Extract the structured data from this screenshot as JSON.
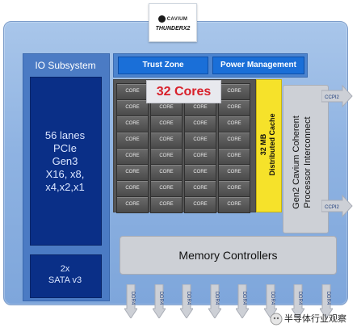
{
  "logo": {
    "brand": "CAVIUM",
    "product": "THUNDERX2"
  },
  "io_subsystem": {
    "title": "IO Subsystem",
    "pcie_lines": [
      "56 lanes",
      "PCIe",
      "Gen3",
      "X16, x8,",
      "x4,x2,x1"
    ],
    "sata_lines": [
      "2x",
      "SATA v3"
    ]
  },
  "header": {
    "trust_zone": "Trust Zone",
    "power_management": "Power Management"
  },
  "cores": {
    "label": "32 Cores",
    "cell_label": "CORE",
    "count": 32,
    "columns": 4,
    "rows": 8
  },
  "cache": {
    "label_line1": "32 MB",
    "label_line2": "Distributed Cache"
  },
  "interconnect": {
    "lines": [
      "Gen2  Cavium Coherent",
      "Processor Interconnect"
    ],
    "port_labels": [
      "CCPI2",
      "CCPI2"
    ]
  },
  "memory": {
    "label": "Memory Controllers",
    "channel_label": "DDR4",
    "channels": 8
  },
  "watermark": {
    "text": "半导体行业观察"
  },
  "colors": {
    "board": "#8fb3e2",
    "io_panel": "#4b7bc4",
    "pcie_box": "#0a2f87",
    "header_btn": "#1a6fd8",
    "cores_label": "#d8202a",
    "cache": "#f6e22a",
    "grey_block": "#cdd0d6"
  }
}
